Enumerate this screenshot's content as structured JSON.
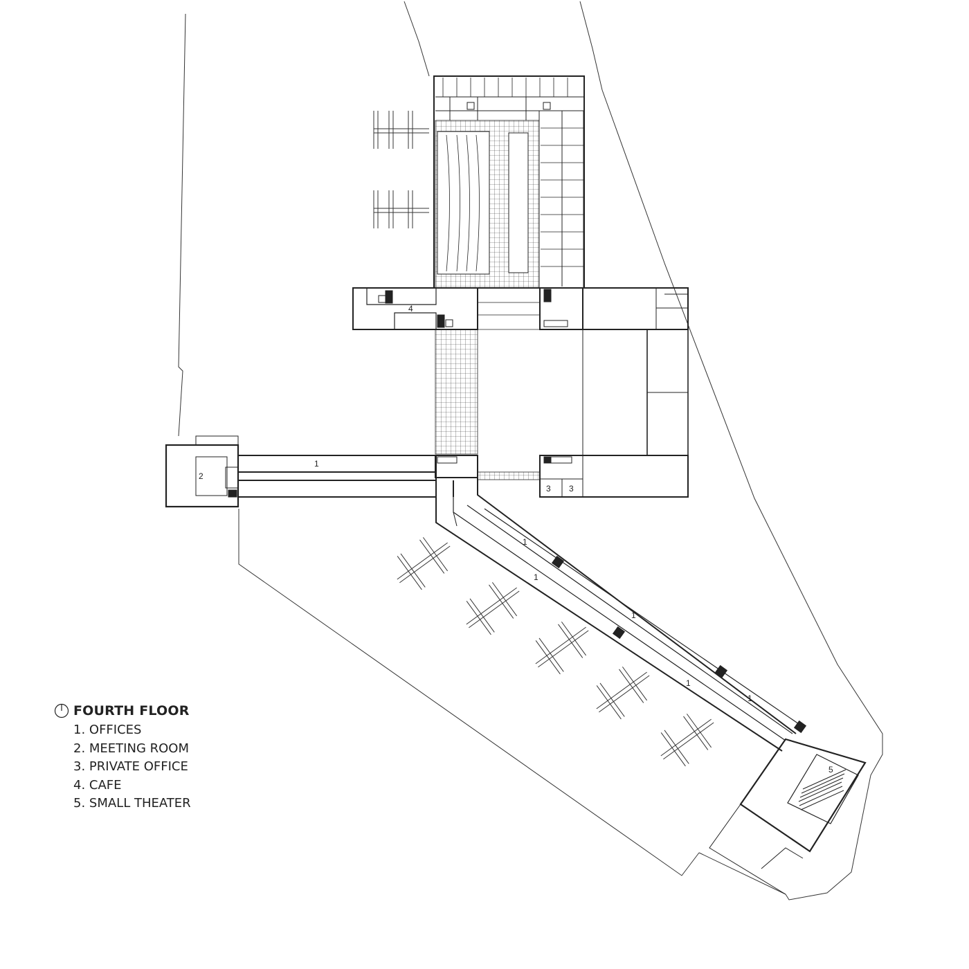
{
  "legend": {
    "title": "FOURTH FLOOR",
    "north_icon": "north-arrow-icon",
    "items": [
      {
        "label": "1. OFFICES"
      },
      {
        "label": "2. MEETING ROOM"
      },
      {
        "label": "3. PRIVATE OFFICE"
      },
      {
        "label": "4. CAFE"
      },
      {
        "label": "5. SMALL THEATER"
      }
    ]
  },
  "room_labels": {
    "offices": "1",
    "meeting": "2",
    "private": "3",
    "cafe": "4",
    "theater": "5"
  },
  "colors": {
    "line": "#222222",
    "background": "#ffffff"
  }
}
